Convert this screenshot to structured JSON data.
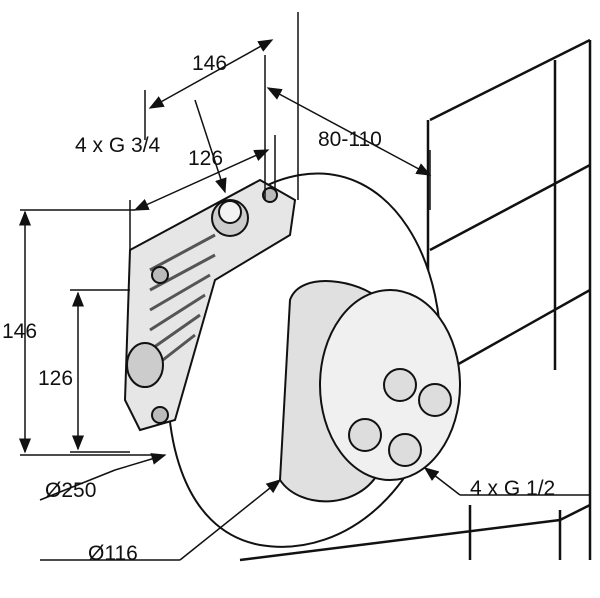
{
  "dimensions": {
    "top_width": "146",
    "inlet_thread": "4 x G 3/4",
    "inner_width": "126",
    "wall_depth": "80-110",
    "left_height": "146",
    "inner_height": "126",
    "flange_diameter": "Ø250",
    "body_diameter": "Ø116",
    "outlet_thread": "4 x G 1/2"
  }
}
